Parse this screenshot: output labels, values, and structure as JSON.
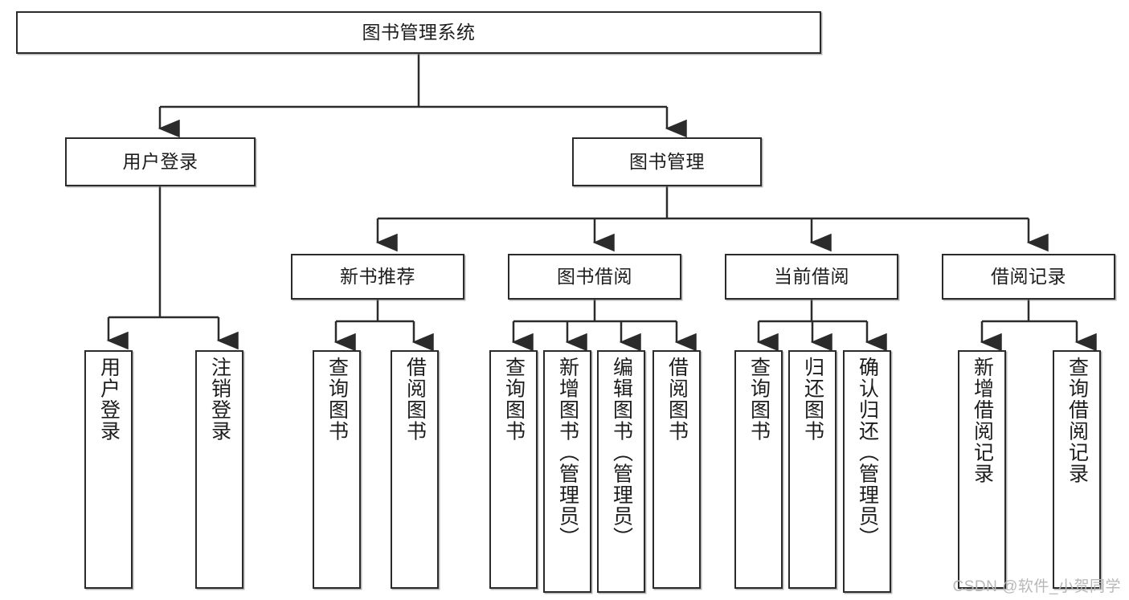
{
  "diagram": {
    "type": "tree-hierarchy-chart",
    "title": "图书管理系统",
    "root": {
      "id": "root",
      "label": "图书管理系统"
    },
    "level2": [
      {
        "id": "user-login",
        "label": "用户登录"
      },
      {
        "id": "book-management",
        "label": "图书管理"
      }
    ],
    "level3": [
      {
        "id": "new-book-recommend",
        "label": "新书推荐",
        "parent": "book-management"
      },
      {
        "id": "book-borrow",
        "label": "图书借阅",
        "parent": "book-management"
      },
      {
        "id": "current-borrow",
        "label": "当前借阅",
        "parent": "book-management"
      },
      {
        "id": "borrow-record",
        "label": "借阅记录",
        "parent": "book-management"
      }
    ],
    "leaves": [
      {
        "id": "leaf-user-login",
        "label": "用户登录",
        "parent": "user-login"
      },
      {
        "id": "leaf-logout-login",
        "label": "注销登录",
        "parent": "user-login"
      },
      {
        "id": "leaf-query-book-1",
        "label": "查询图书",
        "parent": "new-book-recommend"
      },
      {
        "id": "leaf-borrow-book-1",
        "label": "借阅图书",
        "parent": "new-book-recommend"
      },
      {
        "id": "leaf-query-book-2",
        "label": "查询图书",
        "parent": "book-borrow"
      },
      {
        "id": "leaf-add-book",
        "label": "新增图书（管理员）",
        "parent": "book-borrow"
      },
      {
        "id": "leaf-edit-book",
        "label": "编辑图书（管理员）",
        "parent": "book-borrow"
      },
      {
        "id": "leaf-borrow-book-2",
        "label": "借阅图书",
        "parent": "book-borrow"
      },
      {
        "id": "leaf-query-book-3",
        "label": "查询图书",
        "parent": "current-borrow"
      },
      {
        "id": "leaf-return-book",
        "label": "归还图书",
        "parent": "current-borrow"
      },
      {
        "id": "leaf-confirm-return",
        "label": "确认归还（管理员）",
        "parent": "current-borrow"
      },
      {
        "id": "leaf-add-record",
        "label": "新增借阅记录",
        "parent": "borrow-record"
      },
      {
        "id": "leaf-query-record",
        "label": "查询借阅记录",
        "parent": "borrow-record"
      }
    ],
    "watermark": "CSDN @软件_小贺同学",
    "colors": {
      "stroke": "#2b2b2b",
      "background": "#ffffff",
      "text": "#1d1d1d",
      "watermark": "#b8b8b8"
    }
  }
}
